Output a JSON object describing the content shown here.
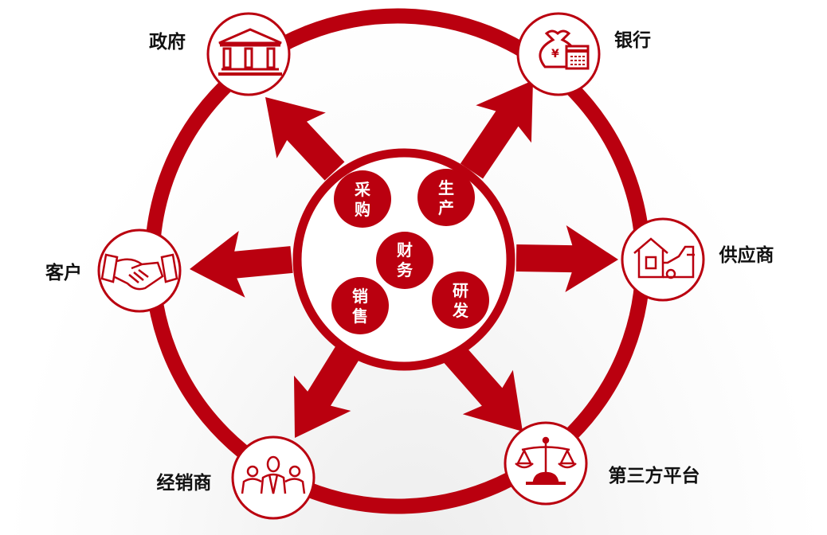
{
  "colors": {
    "accent": "#ba000f",
    "text": "#111111"
  },
  "center": {
    "departments": [
      {
        "id": "purchasing",
        "line1": "采",
        "line2": "购"
      },
      {
        "id": "production",
        "line1": "生",
        "line2": "产"
      },
      {
        "id": "finance",
        "line1": "财",
        "line2": "务"
      },
      {
        "id": "sales",
        "line1": "销",
        "line2": "售"
      },
      {
        "id": "rnd",
        "line1": "研",
        "line2": "发"
      }
    ]
  },
  "partners": [
    {
      "id": "government",
      "label": "政府",
      "icon": "government-building-icon"
    },
    {
      "id": "bank",
      "label": "银行",
      "icon": "money-bag-calculator-icon"
    },
    {
      "id": "customer",
      "label": "客户",
      "icon": "handshake-icon"
    },
    {
      "id": "supplier",
      "label": "供应商",
      "icon": "house-truck-icon"
    },
    {
      "id": "distributor",
      "label": "经销商",
      "icon": "people-group-icon"
    },
    {
      "id": "third-party",
      "label": "第三方平台",
      "icon": "balance-scale-icon"
    }
  ]
}
